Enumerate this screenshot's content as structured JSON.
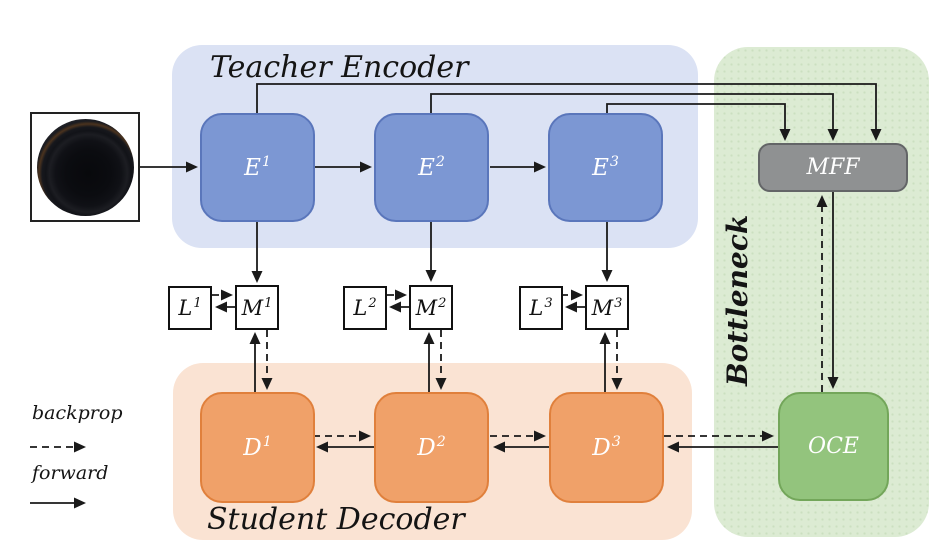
{
  "figure": {
    "regions": {
      "teacher_encoder": "Teacher Encoder",
      "student_decoder": "Student Decoder",
      "bottleneck": "Bottleneck"
    },
    "blocks": {
      "encoders": [
        {
          "base": "E",
          "sup": "1"
        },
        {
          "base": "E",
          "sup": "2"
        },
        {
          "base": "E",
          "sup": "3"
        }
      ],
      "decoders": [
        {
          "base": "D",
          "sup": "1"
        },
        {
          "base": "D",
          "sup": "2"
        },
        {
          "base": "D",
          "sup": "3"
        }
      ],
      "loss_blocks": [
        {
          "base": "L",
          "sup": "1"
        },
        {
          "base": "L",
          "sup": "2"
        },
        {
          "base": "L",
          "sup": "3"
        }
      ],
      "match_blocks": [
        {
          "base": "M",
          "sup": "1"
        },
        {
          "base": "M",
          "sup": "2"
        },
        {
          "base": "M",
          "sup": "3"
        }
      ],
      "mff": "MFF",
      "oce": "OCE"
    },
    "legend": {
      "backprop": "backprop",
      "forward": "forward"
    },
    "colors": {
      "blue_bg": "#dbe2f4",
      "blue_fill": "#7c97d3",
      "blue_border": "#5a76bb",
      "orange_bg": "#fae3d3",
      "orange_fill": "#f0a169",
      "orange_border": "#e0803c",
      "green_bg": "#dcebd3",
      "green_dot": "#cbdfc0",
      "green_fill": "#93c47d",
      "green_border": "#73a65a",
      "gray_fill": "#8f9192",
      "gray_border": "#636567",
      "line": "#1a1a1a"
    }
  }
}
